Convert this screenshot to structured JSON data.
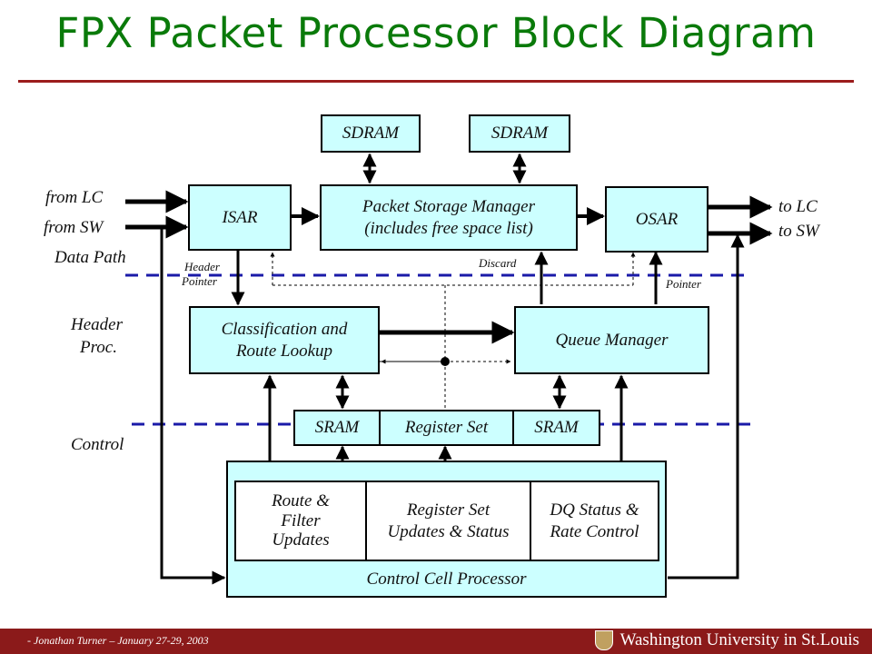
{
  "title": "FPX Packet Processor Block Diagram",
  "blocks": {
    "sdram1": "SDRAM",
    "sdram2": "SDRAM",
    "isar": "ISAR",
    "psm_line1": "Packet Storage Manager",
    "psm_line2": "(includes free space list)",
    "osar": "OSAR",
    "classify_line1": "Classification and",
    "classify_line2": "Route Lookup",
    "queue_manager": "Queue Manager",
    "sram1": "SRAM",
    "register_set": "Register Set",
    "sram2": "SRAM",
    "ccp": "Control Cell Processor",
    "route_line1": "Route &",
    "route_line2": "Filter",
    "route_line3": "Updates",
    "regupd_line1": "Register Set",
    "regupd_line2": "Updates & Status",
    "dq_line1": "DQ Status &",
    "dq_line2": "Rate Control"
  },
  "labels": {
    "from_lc": "from LC",
    "from_sw": "from SW",
    "to_lc": "to LC",
    "to_sw": "to SW",
    "data_path": "Data Path",
    "header_proc_1": "Header",
    "header_proc_2": "Proc.",
    "control": "Control",
    "header_pointer_1": "Header",
    "header_pointer_2": "Pointer",
    "discard": "Discard",
    "pointer": "Pointer"
  },
  "footer": {
    "text": "- Jonathan Turner – January 27-29, 2003",
    "university": "Washington University in St.Louis"
  },
  "colors": {
    "title": "#0a7a0a",
    "block_fill": "#ccffff",
    "divider": "#1a1aa8",
    "footer_bar": "#8b1a1a",
    "rule": "#9b1c1c"
  }
}
